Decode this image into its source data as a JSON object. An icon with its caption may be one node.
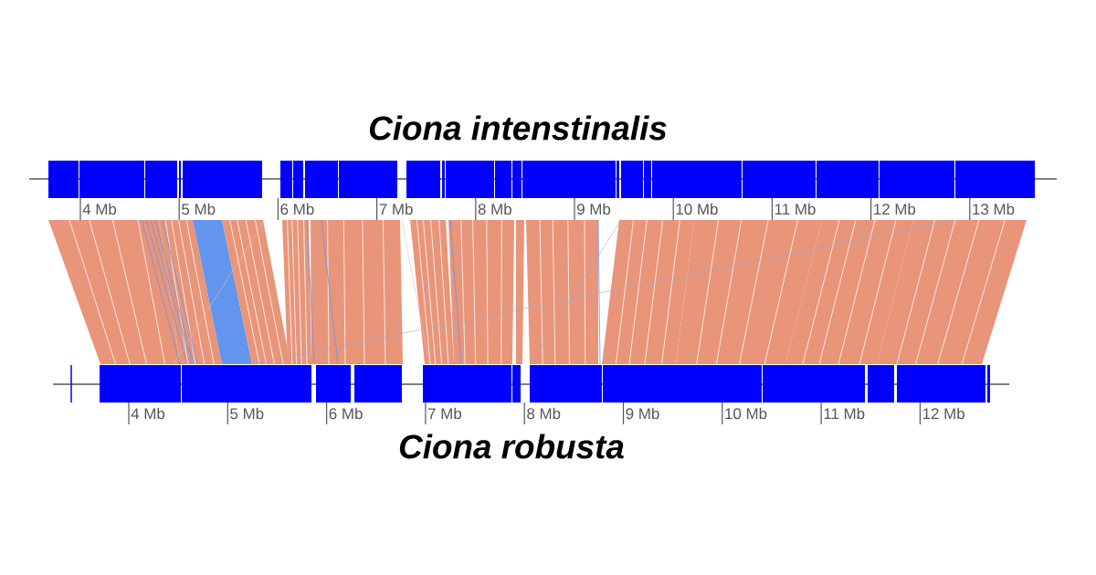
{
  "diagram": {
    "labels": [
      "Ciona intenstinalis",
      "4 Mb",
      "5 Mb",
      "6 Mb",
      "7 Mb",
      "8 Mb",
      "9 Mb",
      "10 Mb",
      "11 Mb",
      "12 Mb",
      "13 Mb",
      "4 Mb",
      "5 Mb",
      "6 Mb",
      "7 Mb",
      "8 Mb",
      "9 Mb",
      "10 Mb",
      "11 Mb",
      "12 Mb",
      "Ciona robusta"
    ]
  }
}
